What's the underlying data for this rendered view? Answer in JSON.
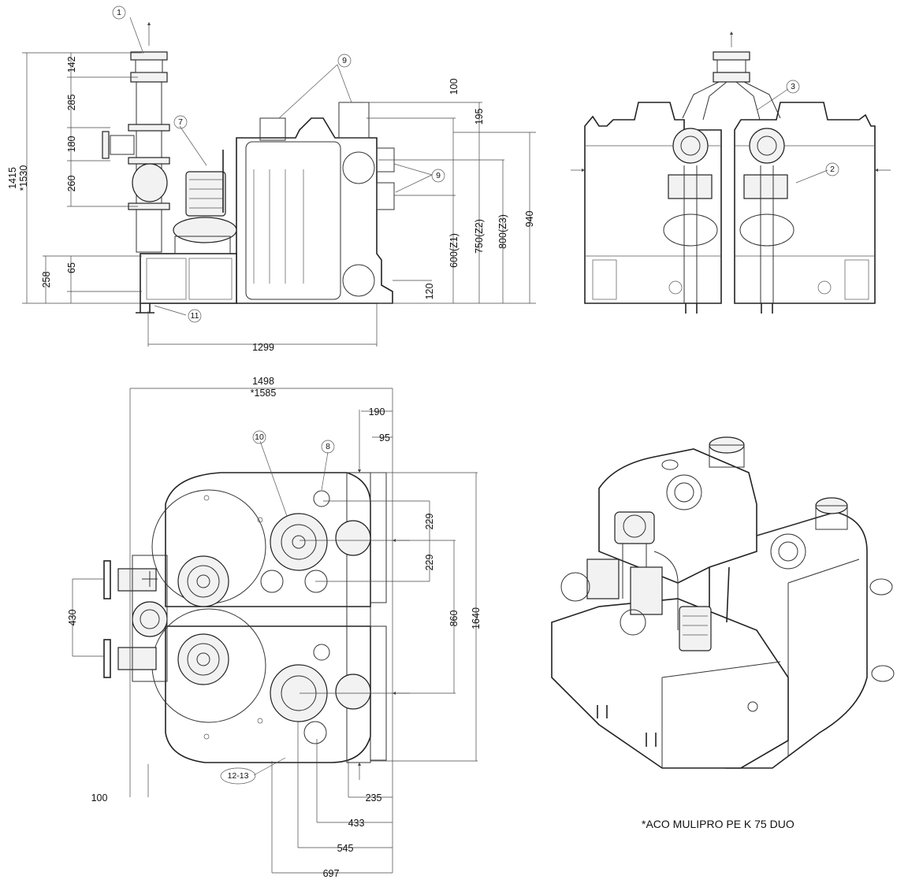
{
  "caption": "*ACO MULIPRO PE K 75 DUO",
  "side_view": {
    "callouts": [
      "1",
      "7",
      "9",
      "9",
      "11"
    ],
    "dims": {
      "h_total": "1415",
      "h_total_alt": "*1530",
      "flange": "142",
      "seg_285": "285",
      "seg_180": "180",
      "seg_260": "260",
      "d_65": "65",
      "d_258": "258",
      "d_100": "100",
      "d_195": "195",
      "z1": "600(Z1)",
      "z2": "750(Z2)",
      "z3": "800(Z3)",
      "d_940": "940",
      "d_120": "120",
      "width": "1299"
    }
  },
  "front_view": {
    "callouts": [
      "3",
      "2"
    ]
  },
  "top_view": {
    "callouts": [
      "10",
      "8"
    ],
    "label_box": "12-13",
    "dims": {
      "width": "1498",
      "width_alt": "*1585",
      "d_190": "190",
      "d_95": "95",
      "d_229a": "229",
      "d_229b": "229",
      "d_860": "860",
      "d_1640": "1640",
      "d_430": "430",
      "d_100": "100",
      "d_235": "235",
      "d_433": "433",
      "d_545": "545",
      "d_697": "697"
    }
  },
  "iso_view": {}
}
